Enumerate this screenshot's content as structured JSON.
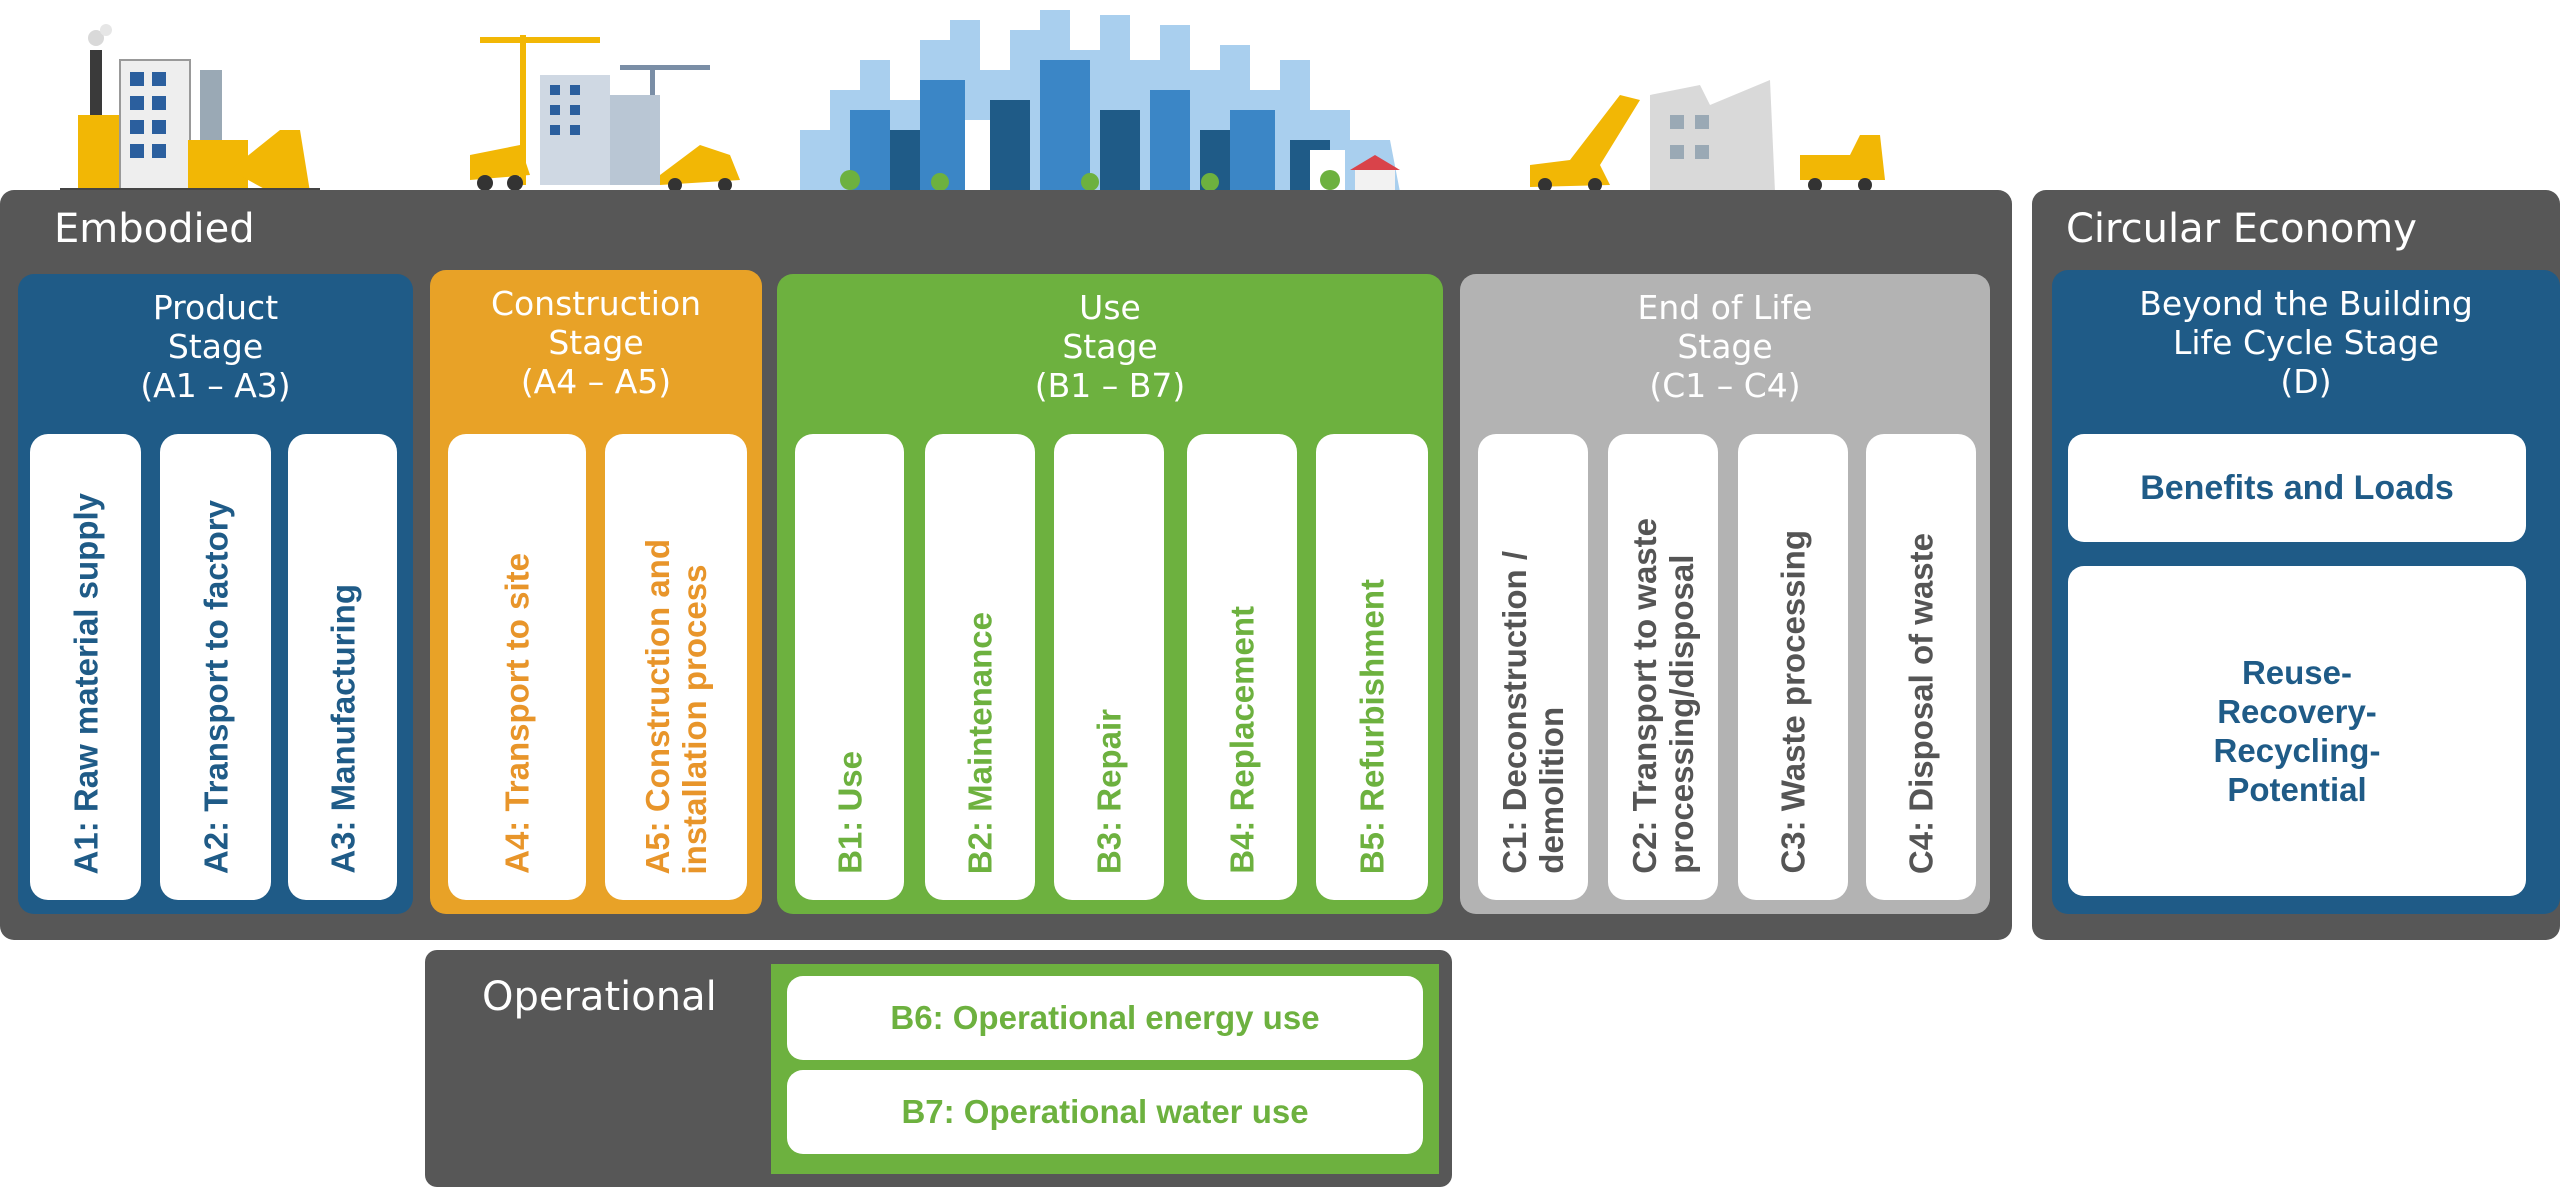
{
  "colors": {
    "dark_panel": "#575757",
    "product_blue": "#1f5b87",
    "construction_orange": "#e8a227",
    "use_green": "#6db13f",
    "end_grey": "#b3b3b3"
  },
  "illustrations": [
    "factory-illustration",
    "construction-site-illustration",
    "city-skyline-illustration",
    "demolition-illustration"
  ],
  "embodied": {
    "title": "Embodied",
    "product": {
      "title": [
        "Product",
        "Stage",
        "(A1 – A3)"
      ],
      "modules": [
        [
          "A1: Raw material supply"
        ],
        [
          "A2: Transport to factory"
        ],
        [
          "A3: Manufacturing"
        ]
      ]
    },
    "construction": {
      "title": [
        "Construction",
        "Stage",
        "(A4 – A5)"
      ],
      "modules": [
        [
          "A4: Transport to site"
        ],
        [
          "A5: Construction and",
          "installation process"
        ]
      ]
    },
    "use": {
      "title": [
        "Use",
        "Stage",
        "(B1 – B7)"
      ],
      "modules": [
        [
          "B1: Use"
        ],
        [
          "B2: Maintenance"
        ],
        [
          "B3: Repair"
        ],
        [
          "B4: Replacement"
        ],
        [
          "B5: Refurbishment"
        ]
      ]
    },
    "end_of_life": {
      "title": [
        "End of Life",
        "Stage",
        "(C1 – C4)"
      ],
      "modules": [
        [
          "C1: Deconstruction /",
          "demolition"
        ],
        [
          "C2: Transport to waste",
          "processing/disposal"
        ],
        [
          "C3: Waste processing"
        ],
        [
          "C4: Disposal of waste"
        ]
      ]
    }
  },
  "circular": {
    "title": "Circular Economy",
    "stage_title": [
      "Beyond the Building",
      "Life Cycle Stage",
      "(D)"
    ],
    "benefits": "Benefits and Loads",
    "potential": [
      "Reuse-",
      "Recovery-",
      "Recycling-",
      "Potential"
    ]
  },
  "operational": {
    "title": "Operational",
    "b6": "B6: Operational energy use",
    "b7": "B7: Operational water use"
  }
}
